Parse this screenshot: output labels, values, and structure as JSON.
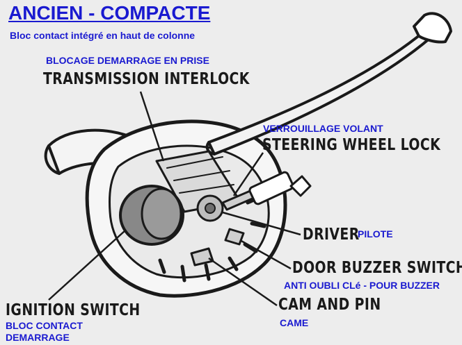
{
  "title": "ANCIEN - COMPACTE",
  "subtitle": "Bloc contact intégré en haut de colonne",
  "labels": {
    "transmission_interlock": {
      "fr": "BLOCAGE DEMARRAGE EN PRISE",
      "en": "TRANSMISSION INTERLOCK"
    },
    "steering_wheel_lock": {
      "fr": "VERROUILLAGE VOLANT",
      "en": "STEERING WHEEL LOCK"
    },
    "driver": {
      "fr": "PILOTE",
      "en": "DRIVER"
    },
    "door_buzzer_switch": {
      "fr": "ANTI OUBLI CLé - POUR BUZZER",
      "en": "DOOR BUZZER SWITCH"
    },
    "cam_and_pin": {
      "fr": "CAME",
      "en": "CAM AND PIN"
    },
    "ignition_switch": {
      "fr_line1": "BLOC CONTACT",
      "fr_line2": "DEMARRAGE",
      "en": "IGNITION SWITCH"
    }
  },
  "colors": {
    "background": "#ededed",
    "french_text": "#1a1ad0",
    "drawing": "#1a1a1a"
  }
}
